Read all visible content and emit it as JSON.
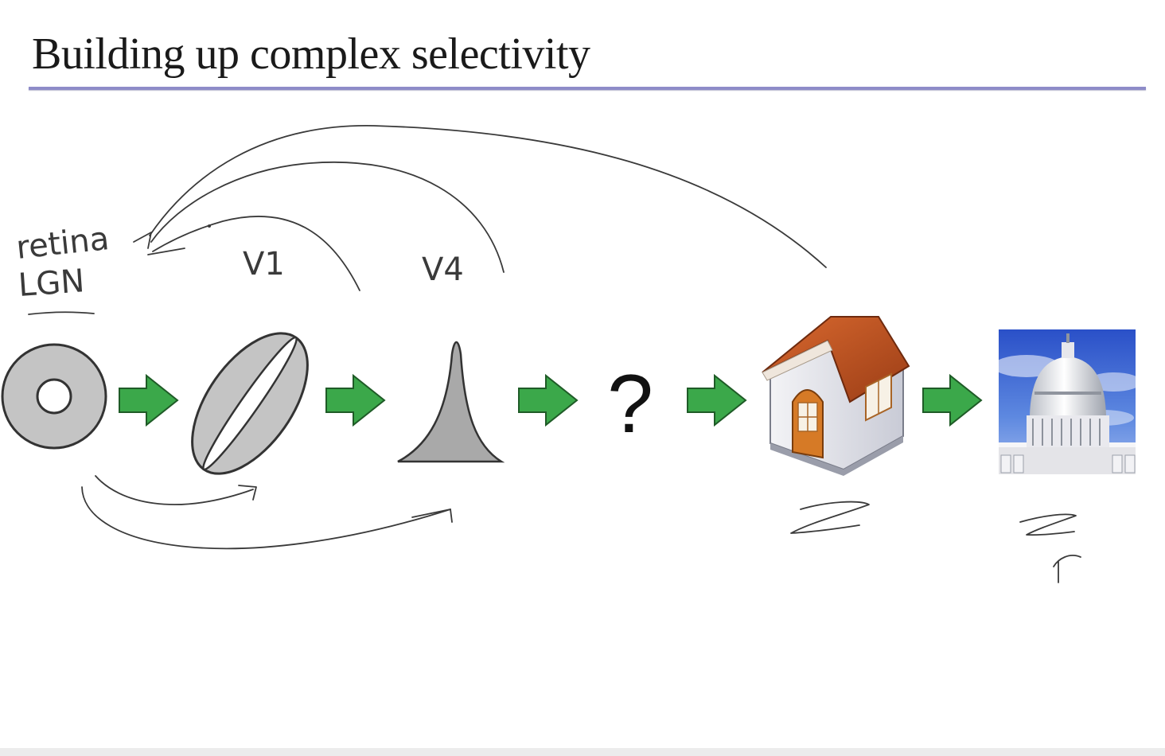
{
  "slide": {
    "title": "Building up complex selectivity"
  },
  "stages": [
    {
      "name": "retina-lgn-cell"
    },
    {
      "name": "v1-simple-cell"
    },
    {
      "name": "v4-cell"
    },
    {
      "name": "unknown-stage"
    },
    {
      "name": "house-object"
    },
    {
      "name": "capitol-object"
    }
  ],
  "question_mark": "?",
  "annotations": {
    "retina": "retina",
    "lgn": "LGN",
    "v1": "V1",
    "v4": "V4"
  },
  "colors": {
    "arrow_fill": "#3ba84a",
    "arrow_stroke": "#1f5b27",
    "cell_gray": "#c4c4c4",
    "title_rule": "#8e8cc8",
    "ink": "#3a3a3a"
  }
}
